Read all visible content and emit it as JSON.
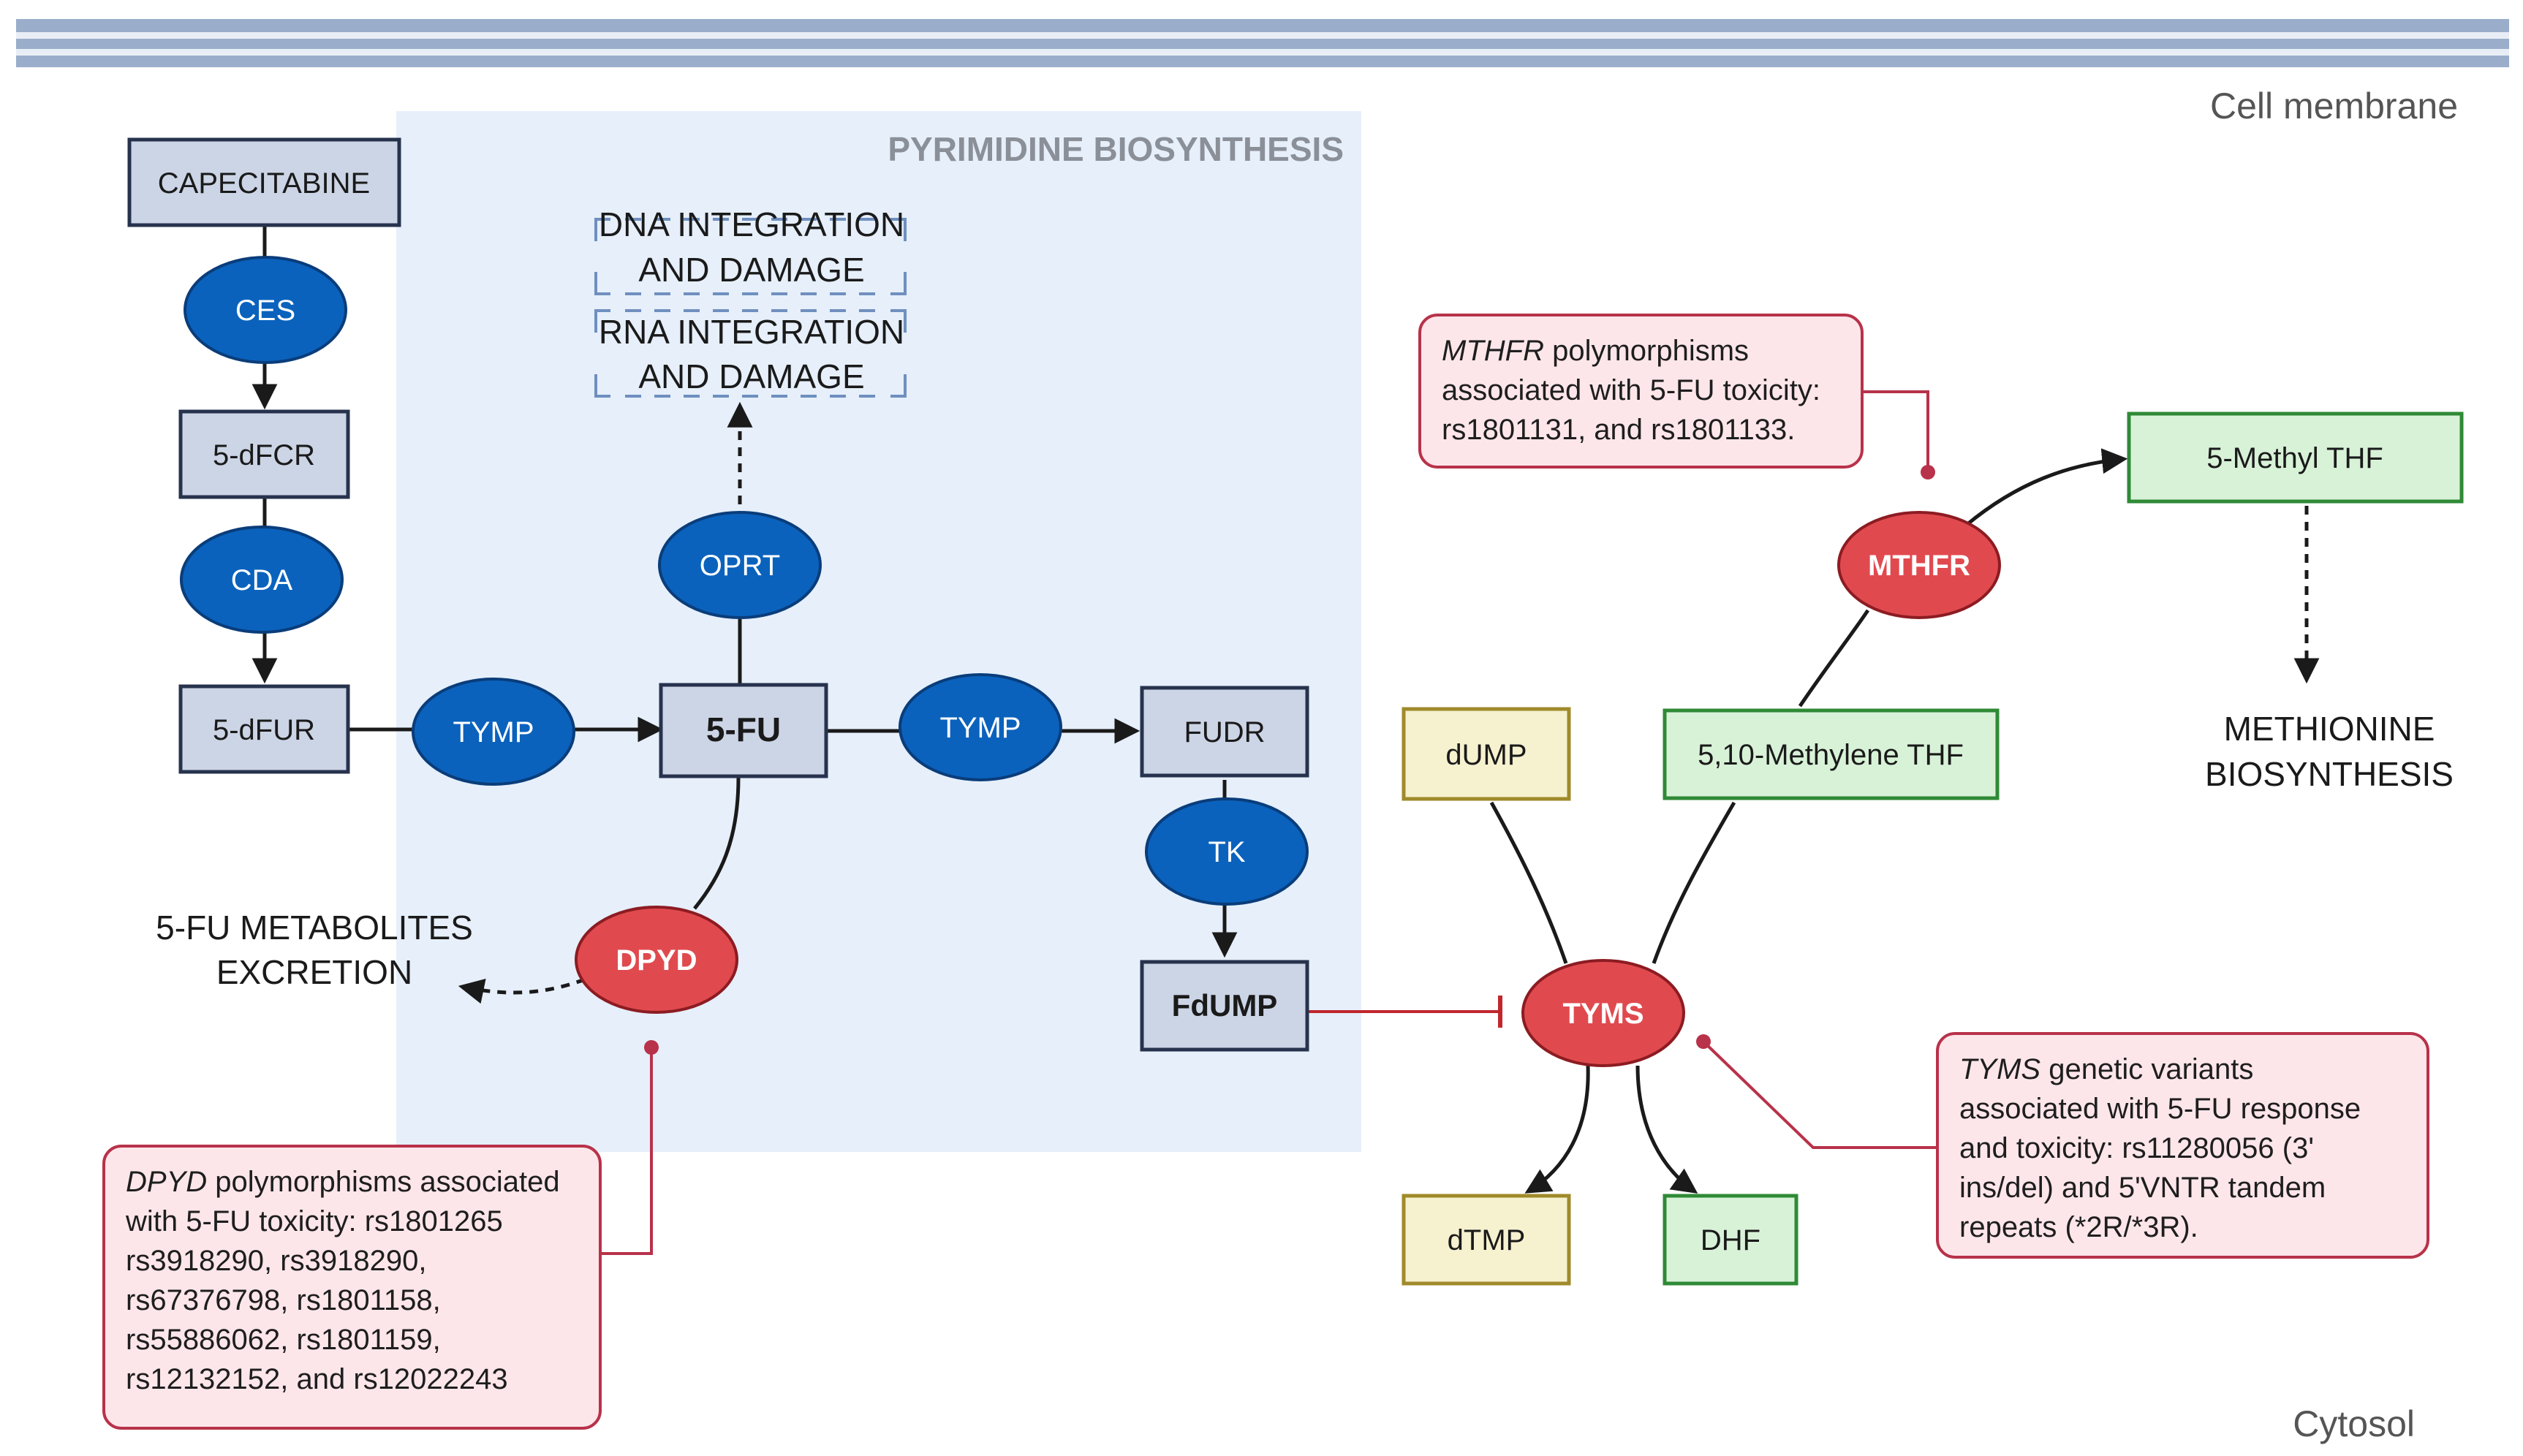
{
  "compartments": {
    "membrane": "Cell membrane",
    "cytosol": "Cytosol",
    "pyrimidine": "PYRIMIDINE BIOSYNTHESIS"
  },
  "nodes": {
    "capecitabine": "CAPECITABINE",
    "ces": "CES",
    "dfcr": "5-dFCR",
    "cda": "CDA",
    "dfur": "5-dFUR",
    "tymp1": "TYMP",
    "fu": "5-FU",
    "tymp2": "TYMP",
    "fudr": "FUDR",
    "tk": "TK",
    "fdump": "FdUMP",
    "oprt": "OPRT",
    "dpyd": "DPYD",
    "tyms": "TYMS",
    "mthfr": "MTHFR",
    "dump": "dUMP",
    "dtmp": "dTMP",
    "dhf": "DHF",
    "methylene_thf": "5,10-Methylene THF",
    "methyl_thf": "5-Methyl THF"
  },
  "outcomes": {
    "dna_damage": [
      "DNA INTEGRATION",
      "AND DAMAGE"
    ],
    "rna_damage": [
      "RNA INTEGRATION",
      "AND DAMAGE"
    ],
    "excretion": [
      "5-FU METABOLITES",
      "EXCRETION"
    ],
    "methionine": [
      "METHIONINE",
      "BIOSYNTHESIS"
    ]
  },
  "notes": {
    "dpyd": {
      "gene": "DPYD",
      "lines": [
        " polymorphisms associated",
        "with 5-FU toxicity: rs1801265",
        "rs3918290, rs3918290,",
        "rs67376798, rs1801158,",
        "rs55886062, rs1801159,",
        "rs12132152, and rs12022243"
      ]
    },
    "mthfr": {
      "gene": "MTHFR",
      "lines": [
        " polymorphisms",
        "associated with 5-FU toxicity:",
        "rs1801131, and rs1801133."
      ]
    },
    "tyms": {
      "gene": "TYMS",
      "lines": [
        " genetic variants",
        "associated with 5-FU response",
        "and toxicity: rs11280056 (3'",
        "ins/del) and 5'VNTR tandem",
        "repeats (*2R/*3R)."
      ]
    }
  },
  "colors": {
    "enzyme_blue": "#0a62bd",
    "enzyme_red": "#e04a4f",
    "drug_box_fill": "#ccd5e6",
    "drug_box_stroke": "#27334d",
    "folate_fill": "#d8f2d8",
    "folate_stroke": "#2f8a36",
    "nucleotide_fill": "#f6f1cf",
    "nucleotide_stroke": "#a08a2a",
    "pyrimidine_region": "#e6effa",
    "membrane_band": "#9aaecb",
    "note_fill": "#fde6ea",
    "note_stroke": "#b8324a"
  }
}
